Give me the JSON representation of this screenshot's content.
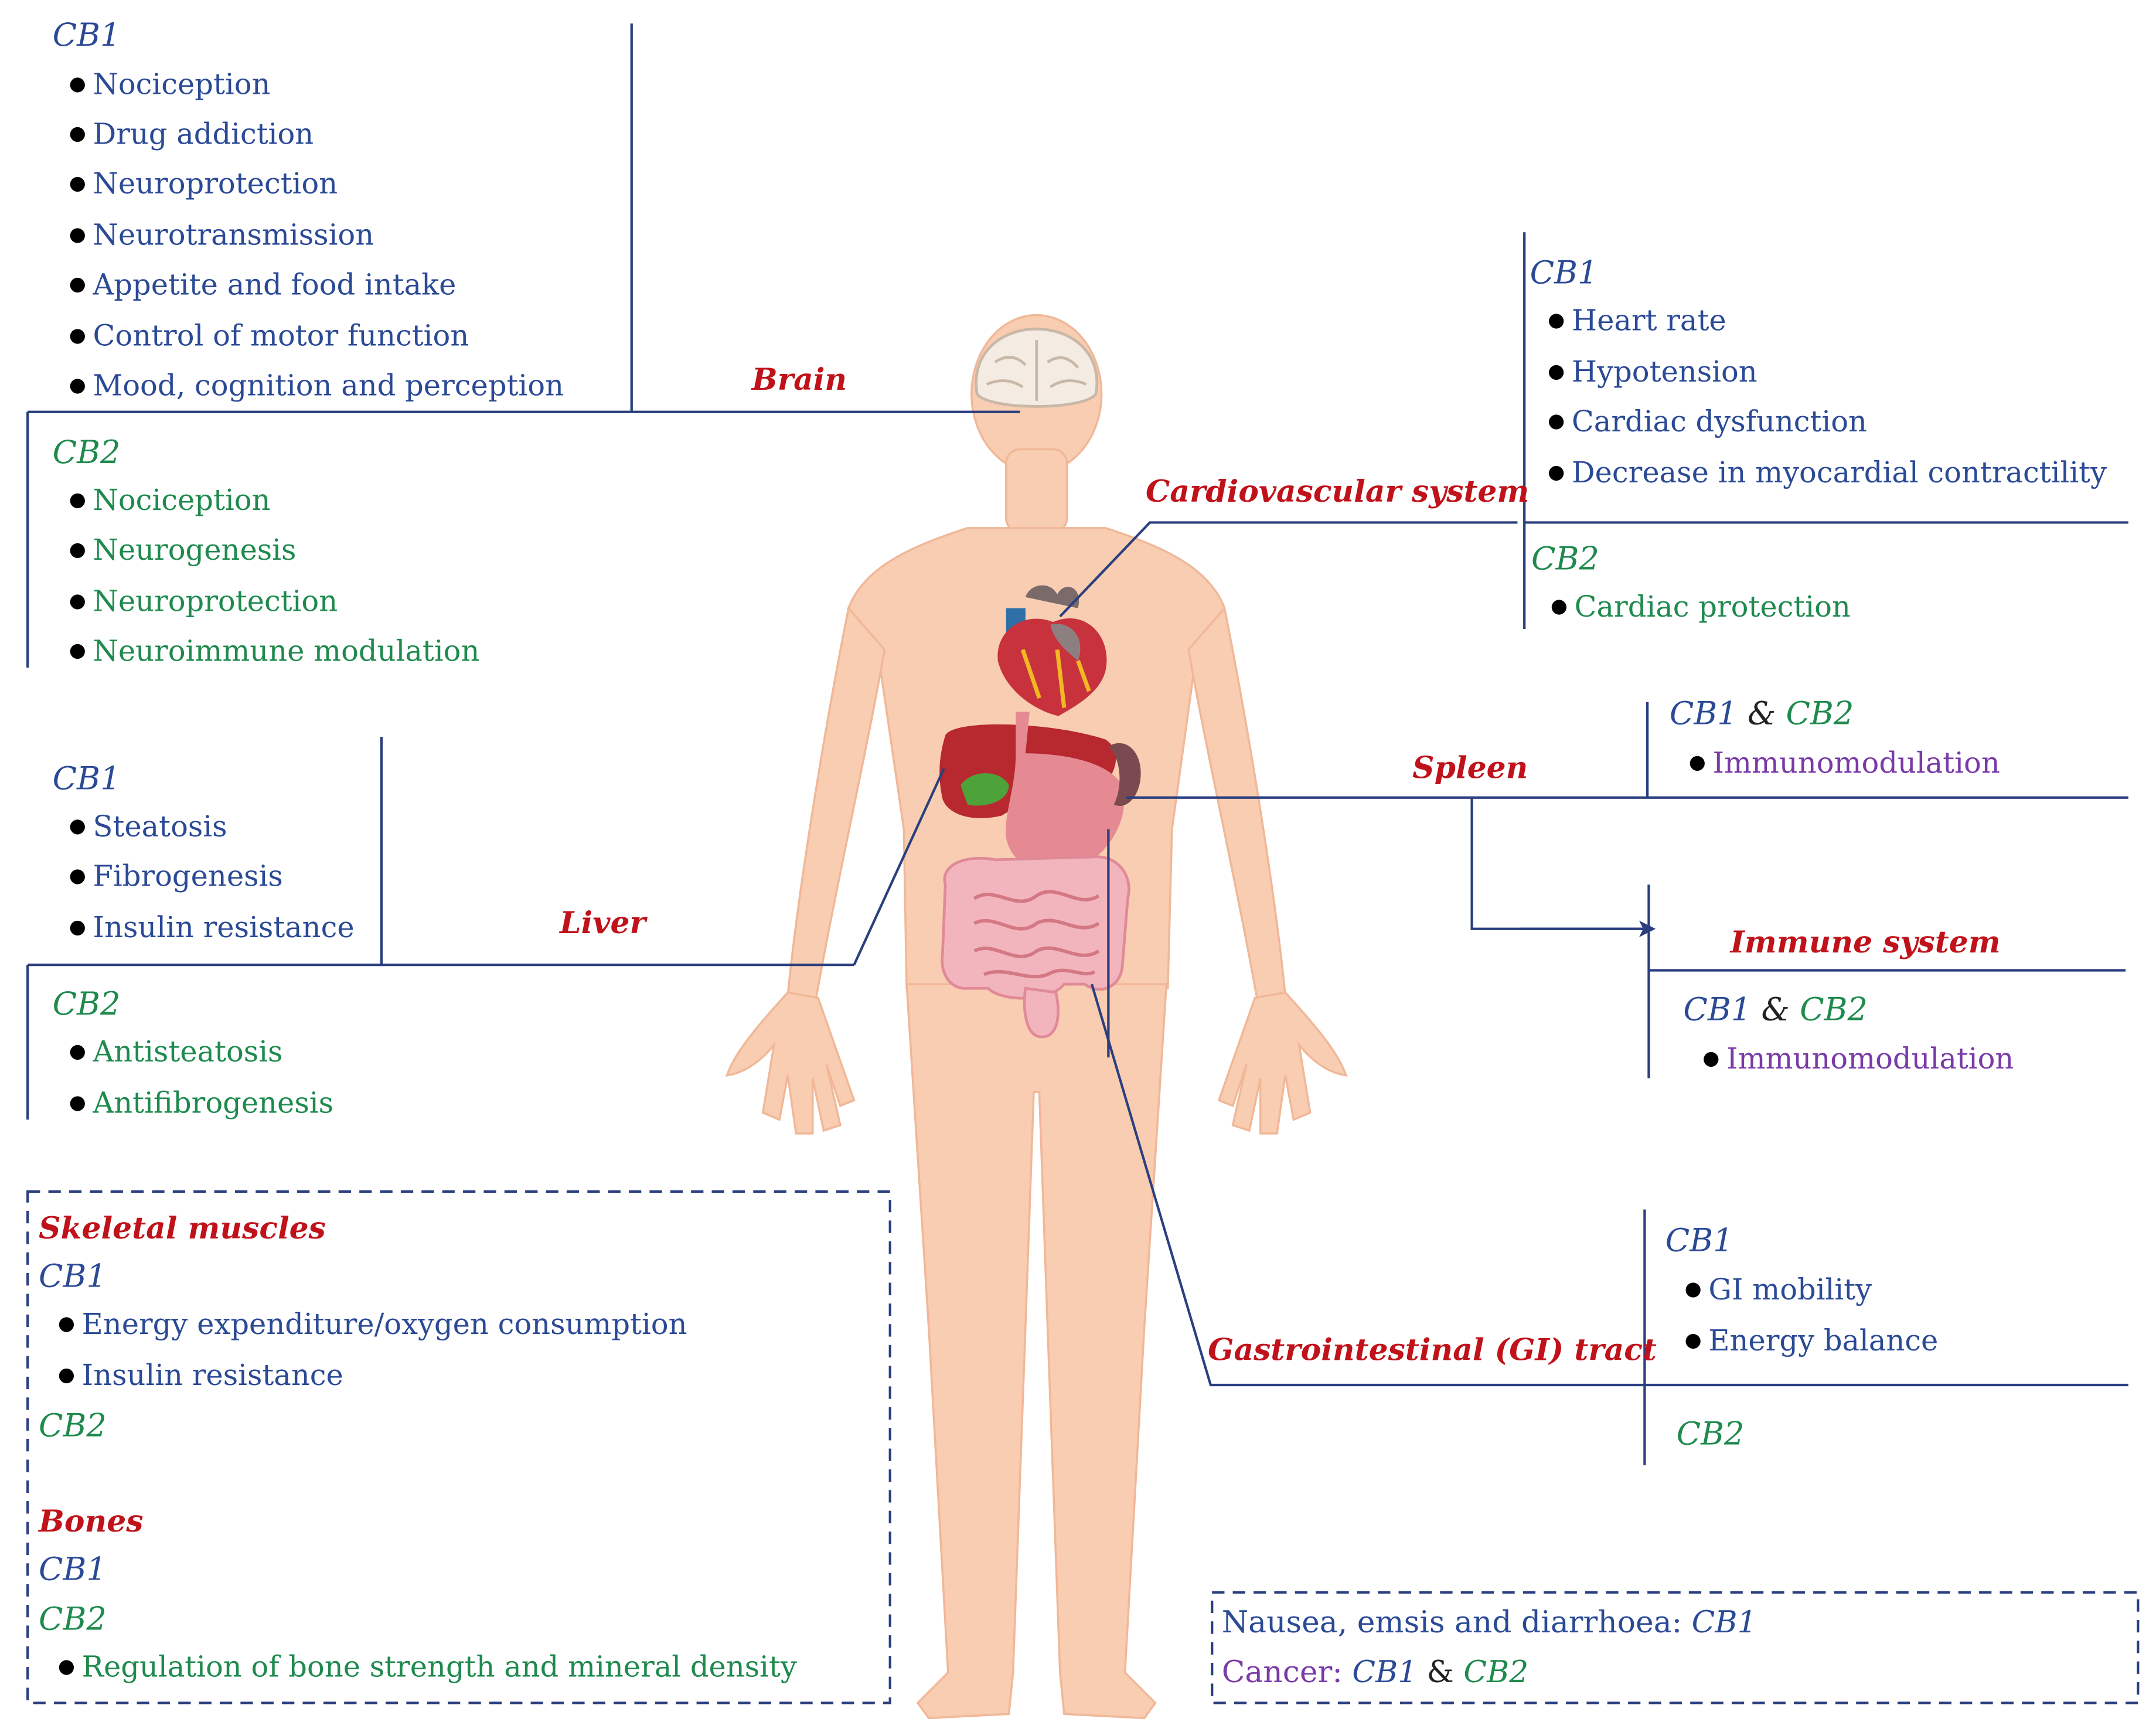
{
  "brain": {
    "title": "Brain",
    "cb1": {
      "label": "CB1",
      "items": [
        "Nociception",
        "Drug addiction",
        "Neuroprotection",
        "Neurotransmission",
        "Appetite and food intake",
        "Control of motor function",
        "Mood, cognition and perception"
      ]
    },
    "cb2": {
      "label": "CB2",
      "items": [
        "Nociception",
        "Neurogenesis",
        "Neuroprotection",
        "Neuroimmune modulation"
      ]
    }
  },
  "cardio": {
    "title": "Cardiovascular system",
    "cb1": {
      "label": "CB1",
      "items": [
        "Heart rate",
        "Hypotension",
        "Cardiac dysfunction",
        "Decrease in myocardial contractility"
      ]
    },
    "cb2": {
      "label": "CB2",
      "items": [
        "Cardiac protection"
      ]
    }
  },
  "liver": {
    "title": "Liver",
    "cb1": {
      "label": "CB1",
      "items": [
        "Steatosis",
        "Fibrogenesis",
        "Insulin resistance"
      ]
    },
    "cb2": {
      "label": "CB2",
      "items": [
        "Antisteatosis",
        "Antifibrogenesis"
      ]
    }
  },
  "spleen": {
    "title": "Spleen",
    "cb1": "CB1",
    "amp": "&",
    "cb2": "CB2",
    "items": [
      "Immunomodulation"
    ]
  },
  "immune": {
    "title": "Immune system",
    "cb1": "CB1",
    "amp": "&",
    "cb2": "CB2",
    "items": [
      "Immunomodulation"
    ]
  },
  "gi": {
    "title": "Gastrointestinal (GI) tract",
    "cb1": {
      "label": "CB1",
      "items": [
        "GI mobility",
        "Energy balance"
      ]
    },
    "cb2": {
      "label": "CB2"
    }
  },
  "skeletal": {
    "title": "Skeletal muscles",
    "cb1": {
      "label": "CB1",
      "items": [
        "Energy expenditure/oxygen consumption",
        "Insulin resistance"
      ]
    },
    "cb2": {
      "label": "CB2"
    }
  },
  "bones": {
    "title": "Bones",
    "cb1": {
      "label": "CB1"
    },
    "cb2": {
      "label": "CB2",
      "items": [
        "Regulation of bone strength and mineral density"
      ]
    }
  },
  "other": {
    "line1_text": "Nausea, emsis and diarrhoea: ",
    "line1_cb": "CB1",
    "line2_text": "Cancer: ",
    "line2_cb1": "CB1",
    "line2_amp": " & ",
    "line2_cb2": "CB2"
  },
  "colors": {
    "line": "#2b3f7f",
    "cb1": "#2b4a96",
    "cb2": "#1f8a4e",
    "immuno": "#7a3aa8",
    "organ": "#c0121a",
    "skin": "#f8cdb1"
  }
}
